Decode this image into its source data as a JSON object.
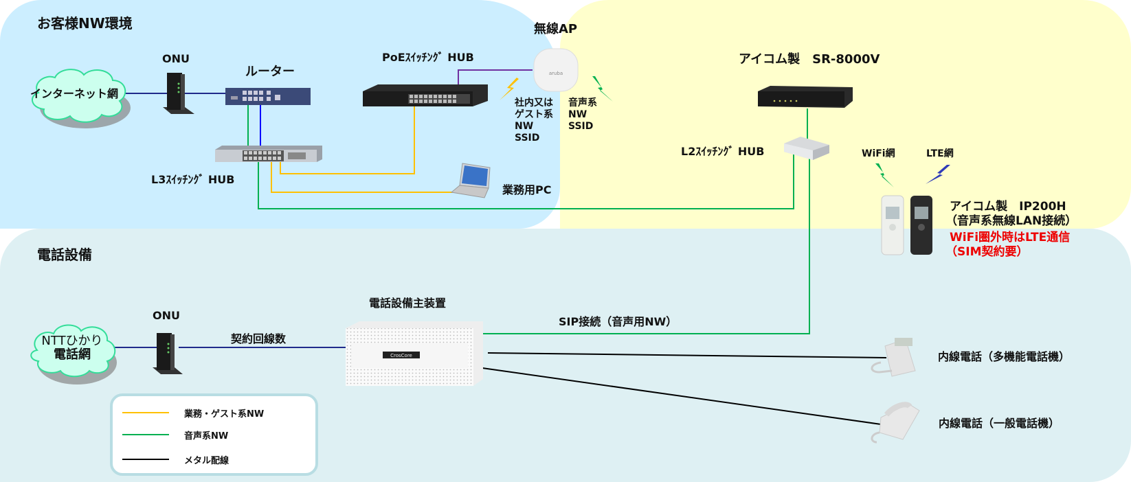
{
  "regions": {
    "customer": {
      "title": "お客様NW環境",
      "color": "#cceeff"
    },
    "voice": {
      "color": "#ffffcc"
    },
    "phone": {
      "title": "電話設備",
      "color": "#def0f3"
    }
  },
  "clouds": {
    "internet": {
      "label": "インターネット網"
    },
    "ntt": {
      "line1": "NTTひかり",
      "line2": "電話網"
    }
  },
  "devices": {
    "onu_top": {
      "label": "ONU"
    },
    "router": {
      "label": "ルーター"
    },
    "l3_switch": {
      "label": "L3ｽｲｯﾁﾝｸﾞ HUB"
    },
    "poe_switch": {
      "label": "PoEｽｲｯﾁﾝｸﾞ HUB"
    },
    "wireless_ap": {
      "label": "無線AP"
    },
    "pc": {
      "label": "業務用PC"
    },
    "sr8000v": {
      "label": "アイコム製　SR-8000V"
    },
    "l2_switch": {
      "label": "L2ｽｲｯﾁﾝｸﾞ HUB"
    },
    "onu_bottom": {
      "label": "ONU"
    },
    "pbx": {
      "label": "電話設備主装置",
      "brand": "CrosCore"
    },
    "multi_phone": {
      "label": "内線電話（多機能電話機）"
    },
    "basic_phone": {
      "label": "内線電話（一般電話機）"
    },
    "ip200h": {
      "line1": "アイコム製　IP200H",
      "line2": "（音声系無線LAN接続）",
      "line3": "WiFi圏外時はLTE通信",
      "line4": "（SIM契約要）"
    }
  },
  "ssid": {
    "office": [
      "社内又は",
      "ゲスト系",
      "NW",
      "SSID"
    ],
    "voice": [
      "音声系",
      "NW",
      "SSID"
    ]
  },
  "signals": {
    "wifi": {
      "label": "WiFi網",
      "color": "#00b050"
    },
    "lte": {
      "label": "LTE網",
      "color": "#2e3bb8"
    }
  },
  "connections": {
    "contract_lines": "契約回線数",
    "sip": "SIP接続（音声用NW）"
  },
  "legend": {
    "items": [
      {
        "label": "業務・ゲスト系NW",
        "color": "#ffc000"
      },
      {
        "label": "音声系NW",
        "color": "#00b050"
      },
      {
        "label": "メタル配線",
        "color": "#000000"
      }
    ]
  },
  "colors": {
    "office_nw": "#ffc000",
    "voice_nw": "#00b050",
    "metal": "#000000",
    "wan": "#1f2a8a",
    "router_link": "#0000ff",
    "ap_link": "#7030a0",
    "signal_yellow": "#ffc000"
  }
}
